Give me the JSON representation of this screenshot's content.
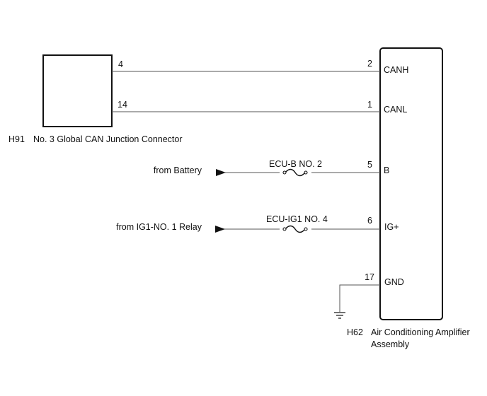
{
  "connector_h91": {
    "code": "H91",
    "name": "No. 3 Global CAN Junction Connector",
    "pins": [
      "4",
      "14"
    ]
  },
  "amplifier_h62": {
    "code": "H62",
    "name_line1": "Air Conditioning Amplifier",
    "name_line2": "Assembly",
    "pins": [
      {
        "pin": "2",
        "label": "CANH"
      },
      {
        "pin": "1",
        "label": "CANL"
      },
      {
        "pin": "5",
        "label": "B"
      },
      {
        "pin": "6",
        "label": "IG+"
      },
      {
        "pin": "17",
        "label": "GND"
      }
    ]
  },
  "sources": {
    "battery": "from Battery",
    "ig1_relay": "from IG1-NO. 1 Relay"
  },
  "fuses": {
    "ecu_b": "ECU-B NO. 2",
    "ecu_ig1": "ECU-IG1 NO. 4"
  }
}
